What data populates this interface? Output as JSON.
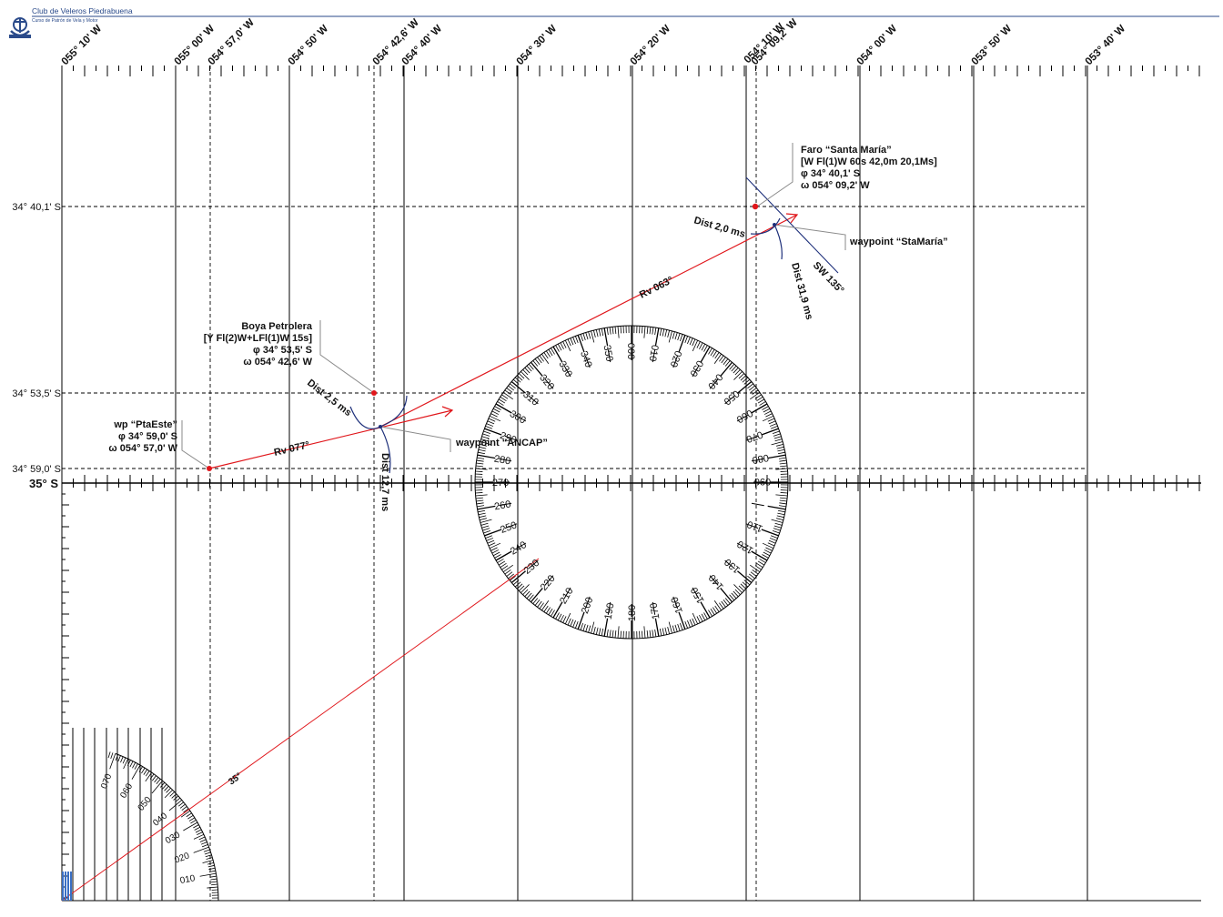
{
  "header": {
    "club_name": "Club de Veleros Piedrabuena",
    "course_name": "Curso de Patrón de Vela y Motor"
  },
  "longitude_labels": [
    "055° 10' W",
    "055° 00' W",
    "054° 57,0' W",
    "054° 50' W",
    "054° 42,6' W",
    "054° 40' W",
    "054° 30' W",
    "054° 20' W",
    "054° 10' W",
    "054° 09,2' W",
    "054° 00' W",
    "053° 50' W",
    "053° 40' W"
  ],
  "latitude_labels": {
    "lat_40_1": "34° 40,1' S",
    "lat_53_5": "34° 53,5' S",
    "lat_59_0": "34° 59,0' S",
    "lat_35": "35° S"
  },
  "points": {
    "pta_este": {
      "title": "wp “PtaEste”",
      "lat": "φ 34° 59,0' S",
      "lon": "ω 054° 57,0' W"
    },
    "boya": {
      "title": "Boya Petrolera",
      "light": "[Y Fl(2)W+LFl(1)W 15s]",
      "lat": "φ 34° 53,5' S",
      "lon": "ω 054° 42,6' W"
    },
    "faro": {
      "title": "Faro “Santa María”",
      "light": "[W Fl(1)W 60s 42,0m 20,1Ms]",
      "lat": "φ 34° 40,1' S",
      "lon": "ω 054° 09,2' W"
    },
    "ancap": {
      "title": "waypoint “ANCAP”"
    },
    "stamaria": {
      "title": "waypoint “StaMaría”"
    }
  },
  "course_labels": {
    "rv077": "Rv 077°",
    "rv063": "Rv 063°",
    "dist_boya": "Dist 2,5 ms",
    "dist_127": "Dist 12,7 ms",
    "dist_faro": "Dist 2,0 ms",
    "sw135": "SW 135°",
    "dist_319": "Dist 31,9 ms",
    "angle35": "35°"
  },
  "compass_labels": [
    "000",
    "010",
    "020",
    "030",
    "040",
    "050",
    "060",
    "070",
    "080",
    "090",
    "110",
    "120",
    "130",
    "140",
    "150",
    "160",
    "170",
    "180",
    "190",
    "200",
    "210",
    "220",
    "230",
    "240",
    "250",
    "260",
    "270",
    "280",
    "290",
    "300",
    "310",
    "320",
    "330",
    "340",
    "350"
  ],
  "small_compass_labels": [
    "010",
    "020",
    "030",
    "040",
    "050",
    "060",
    "070"
  ],
  "colors": {
    "course": "#e0161b",
    "arc": "#1d2f7a",
    "grid": "#000000",
    "leader": "#8a8a8a",
    "logo": "#2a4a8a"
  }
}
